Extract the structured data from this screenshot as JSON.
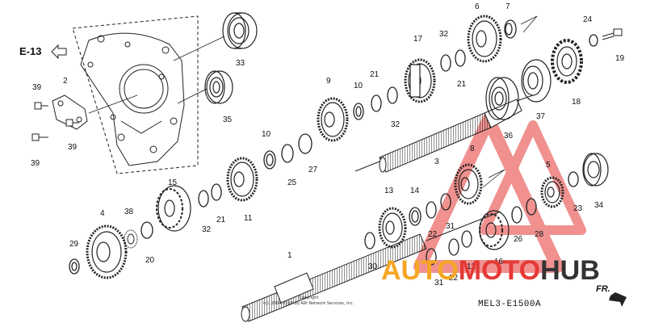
{
  "diagram": {
    "ref_label": "E-13",
    "drawing_code": "MEL3-E1500A",
    "direction_label": "FR.",
    "copyright_line1": "Copyright",
    "copyright_line2": "(c), 2004-2014 by ARI Network Services, Inc.",
    "part_numbers": [
      "1",
      "2",
      "3",
      "4",
      "5",
      "6",
      "7",
      "8",
      "9",
      "10",
      "10",
      "11",
      "12",
      "13",
      "14",
      "15",
      "16",
      "17",
      "18",
      "19",
      "20",
      "21",
      "21",
      "21",
      "22",
      "22",
      "23",
      "24",
      "25",
      "26",
      "27",
      "28",
      "29",
      "30",
      "31",
      "31",
      "32",
      "32",
      "32",
      "33",
      "34",
      "35",
      "36",
      "37",
      "38",
      "39",
      "39",
      "39"
    ]
  },
  "watermark": {
    "part1": "AUTO",
    "part2": "MOTO",
    "part3": "HUB",
    "color_red": "#e53935",
    "color_orange": "#f5a623",
    "color_dark": "#333333"
  }
}
